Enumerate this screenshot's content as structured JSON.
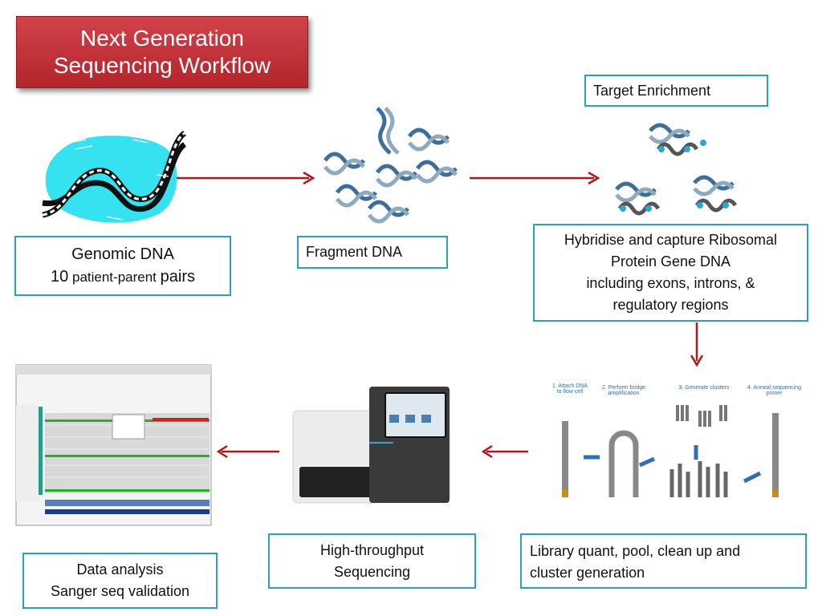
{
  "title": {
    "line1": "Next Generation",
    "line2": "Sequencing Workflow"
  },
  "steps": {
    "target_enrichment": "Target Enrichment",
    "genomic_dna": {
      "line1": "Genomic DNA",
      "num": "10",
      "mid": " patient-parent ",
      "last": "pairs"
    },
    "fragment_dna": "Fragment DNA",
    "hybridise": {
      "line1": "Hybridise and capture Ribosomal",
      "line2": "Protein Gene DNA",
      "line3": "including exons, introns, &",
      "line4": "regulatory regions"
    },
    "library": {
      "line1": "Library quant, pool, clean up and",
      "line2": "cluster generation"
    },
    "sequencing": {
      "line1": "High-throughput",
      "line2": "Sequencing"
    },
    "analysis": {
      "line1": "Data analysis",
      "line2": "Sanger seq validation"
    }
  },
  "cluster_panel": {
    "s1": "1. Attach DNA",
    "s1b": "to flow cell",
    "s2": "2. Perform bridge",
    "s2b": "amplification",
    "s3": "3. Generate clusters",
    "s4": "4. Anneal sequencing",
    "s4b": "primer"
  },
  "colors": {
    "arrow": "#b0181c",
    "box_border": "#2f9fbf",
    "title_bg": "#c8323a",
    "helix": "#3d6f9a"
  }
}
